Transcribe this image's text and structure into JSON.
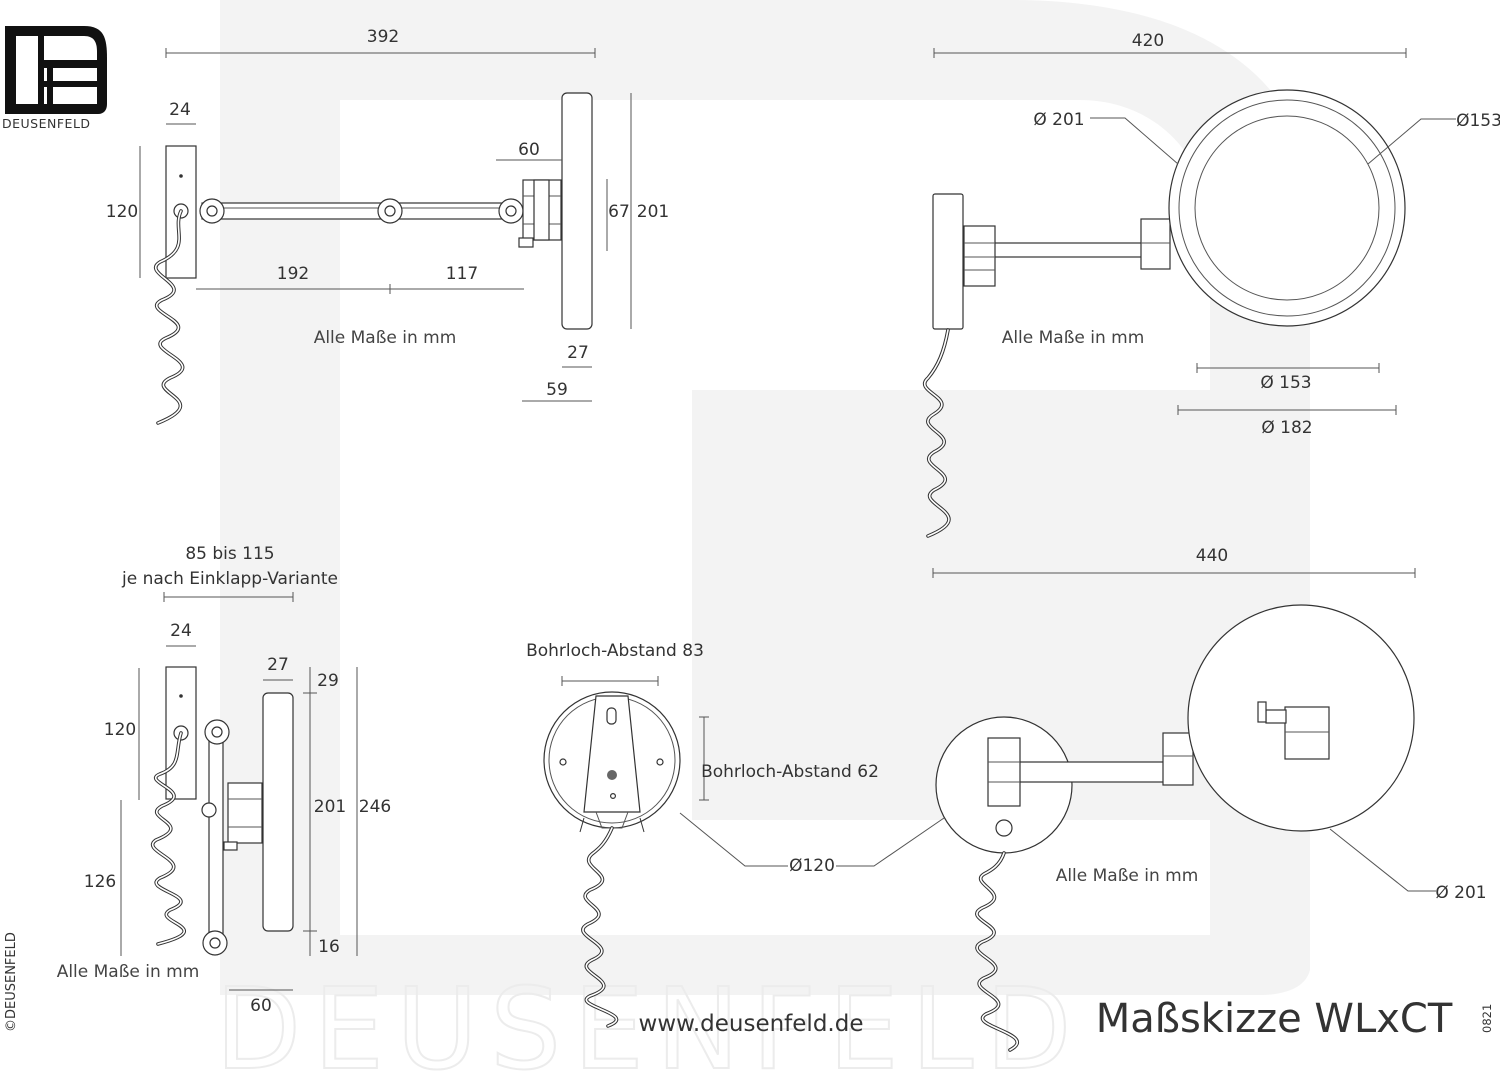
{
  "brand": {
    "logo_text": "DEUSENFELD",
    "copyright": "©DEUSENFELD",
    "watermark_text": "DEUSENFELD"
  },
  "footer": {
    "url": "www.deusenfeld.de",
    "title": "Maßskizze WLxCT",
    "code": "0821"
  },
  "view_side_top": {
    "width_total": "392",
    "plate_width": "24",
    "plate_height": "120",
    "head_depth": "60",
    "mirror_dims": "67",
    "mirror_height": "201",
    "arm_segment_1": "192",
    "arm_segment_2": "117",
    "mirror_thickness": "27",
    "mirror_depth": "59",
    "note": "Alle Maße in mm"
  },
  "view_front_top": {
    "width_total": "420",
    "outer_diameter": "Ø 201",
    "inner_diameter_label": "Ø153",
    "dim_153": "Ø 153",
    "dim_182": "Ø 182",
    "note": "Alle Maße in mm"
  },
  "view_folded": {
    "range_label": "85 bis 115",
    "range_note": "je nach Einklapp-Variante",
    "plate_width": "24",
    "mirror_thickness": "27",
    "top_offset": "29",
    "plate_height": "120",
    "mirror_height": "201",
    "total_height": "246",
    "lower_height": "126",
    "bottom_offset": "16",
    "depth": "60",
    "note": "Alle Maße in mm"
  },
  "view_wall_plate": {
    "hole_distance_h": "Bohrloch-Abstand 83",
    "hole_distance_v": "Bohrloch-Abstand 62",
    "plate_diameter": "Ø120"
  },
  "view_front_bottom": {
    "width_total": "440",
    "mirror_diameter": "Ø 201",
    "note": "Alle Maße in mm"
  }
}
